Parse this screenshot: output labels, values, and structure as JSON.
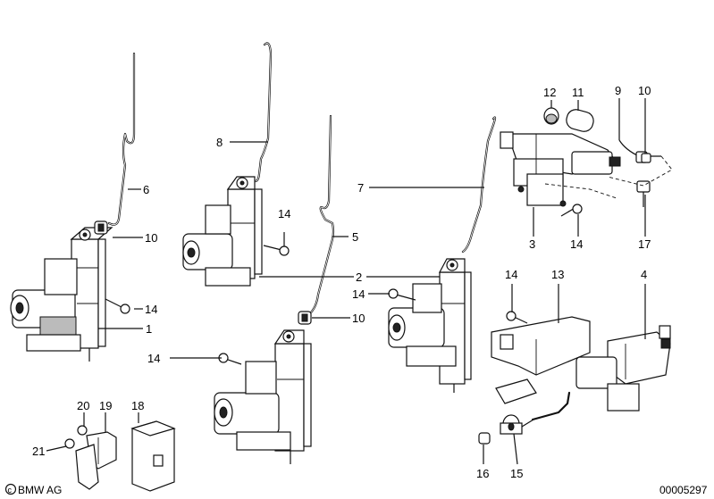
{
  "labels": {
    "1": "1",
    "2": "2",
    "3": "3",
    "4": "4",
    "5": "5",
    "6": "6",
    "7": "7",
    "8": "8",
    "9": "9",
    "10": "10",
    "11": "11",
    "12": "12",
    "13": "13",
    "14": "14",
    "15": "15",
    "16": "16",
    "17": "17",
    "18": "18",
    "19": "19",
    "20": "20",
    "21": "21"
  },
  "footer": {
    "brand": "BMW AG",
    "diagram_number": "00005297"
  }
}
